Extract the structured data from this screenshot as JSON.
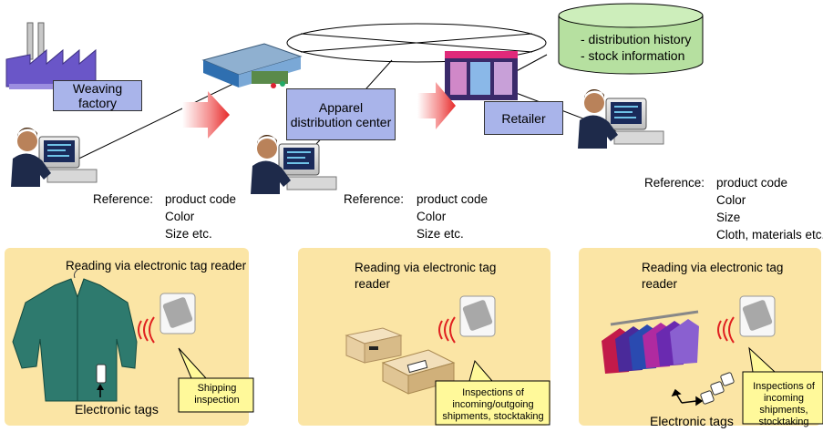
{
  "database": {
    "lines": [
      "- distribution history",
      "- stock information"
    ]
  },
  "nodes": {
    "weaving_factory": "Weaving factory",
    "apparel_center": "Apparel distribution center",
    "retailer": "Retailer"
  },
  "references": [
    {
      "label": "Reference:",
      "items": [
        "product code",
        "Color",
        "Size etc."
      ]
    },
    {
      "label": "Reference:",
      "items": [
        "product code",
        "Color",
        "Size etc."
      ]
    },
    {
      "label": "Reference:",
      "items": [
        "product code",
        "Color",
        "Size",
        "Cloth, materials etc."
      ]
    }
  ],
  "panels": [
    {
      "title": "Reading via electronic tag reader",
      "callout": "Shipping inspection",
      "tag_label": "Electronic tags"
    },
    {
      "title": "Reading via electronic tag reader",
      "callout": "Inspections of incoming/outgoing shipments, stocktaking"
    },
    {
      "title": "Reading via electronic tag reader",
      "callout": "Inspections of incoming shipments, stocktaking",
      "tag_label": "Electronic tags"
    }
  ],
  "colors": {
    "box_fill": "#a9b4ea",
    "db_fill": "#b6e0a0",
    "panel_fill": "#fbe5a5",
    "callout_fill": "#fff99a",
    "arrow": "#ee3b3b"
  }
}
